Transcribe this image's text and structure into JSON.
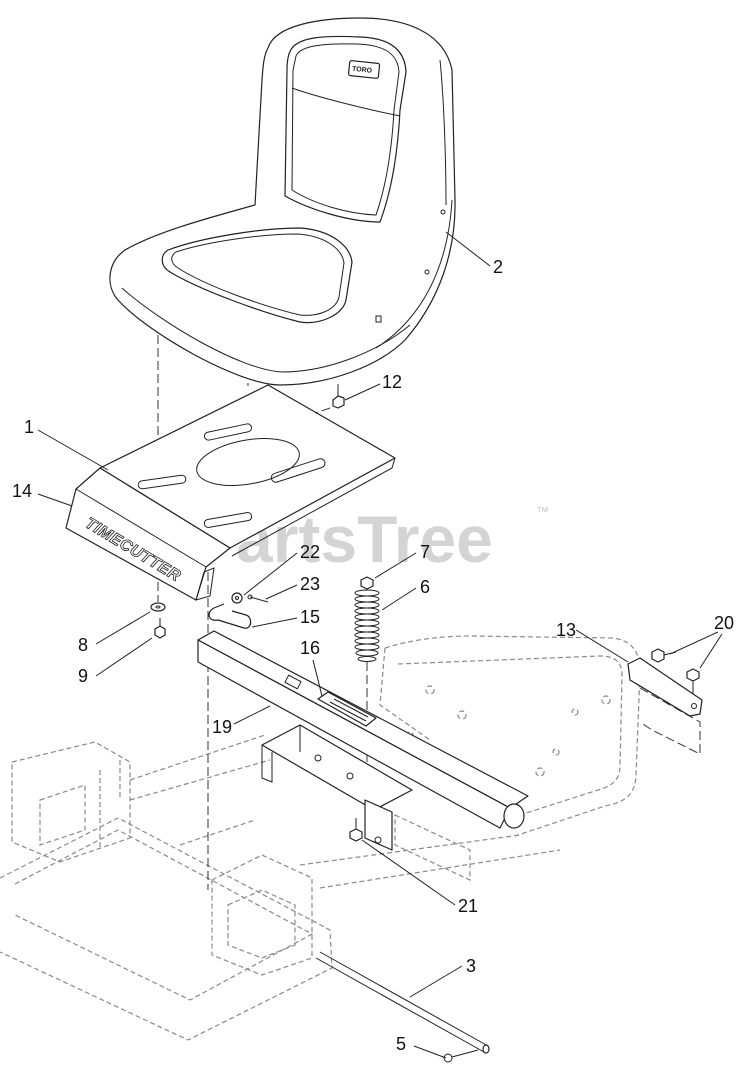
{
  "watermark": {
    "text": "PartsTree",
    "mark": "™"
  },
  "seat_logo": "TORO",
  "pan_decal": "TIMECUTTER",
  "callouts": [
    "2",
    "12",
    "1",
    "14",
    "22",
    "23",
    "7",
    "6",
    "15",
    "16",
    "8",
    "9",
    "13",
    "20",
    "19",
    "21",
    "3",
    "5"
  ],
  "colors": {
    "line": "#222222",
    "frame": "#8a8a8a",
    "watermark": "#d4d4d4"
  }
}
